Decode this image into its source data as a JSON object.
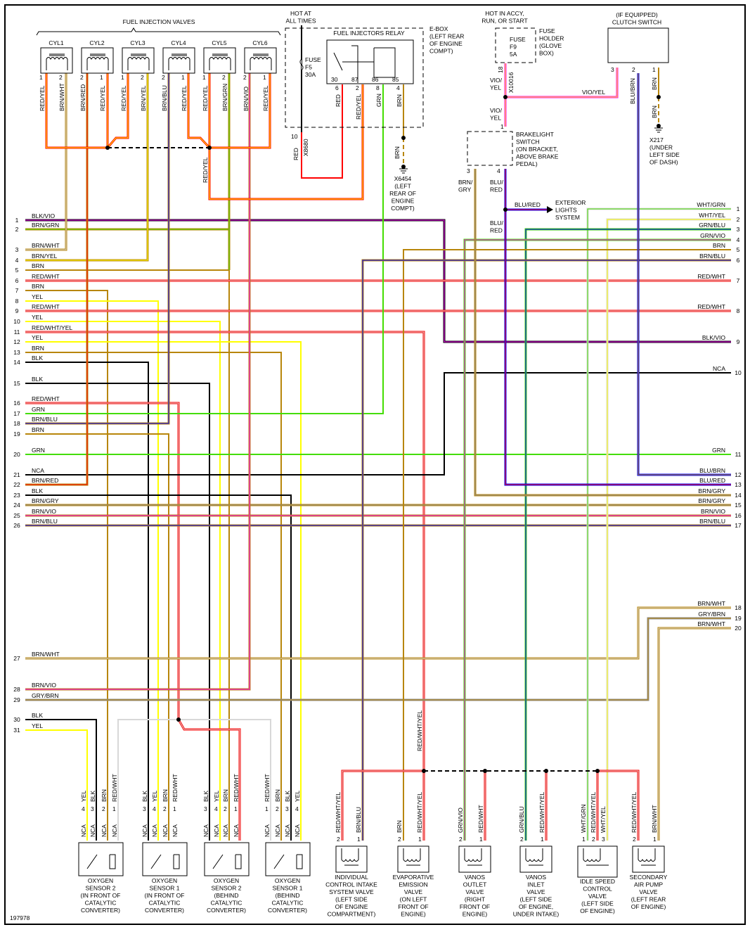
{
  "diagram_id": "197978",
  "wire_colors": {
    "RED": "#ff0000",
    "YEL": "#ffff00",
    "BRN": "#b8860b",
    "BLK": "#000000",
    "GRN": "#44dd00",
    "BLU": "#0000ff",
    "VIO": "#ff00ff",
    "WHT": "#d8d8d8",
    "GRY": "#8c8c8c",
    "NCA": "#000000"
  },
  "fuel_injection_valves": {
    "title": "FUEL INJECTION VALVES",
    "cylinders": [
      {
        "label": "CYL1",
        "pins": [
          {
            "n": "1",
            "wire": "RED/YEL"
          },
          {
            "n": "2",
            "wire": "BRN/WHT"
          }
        ]
      },
      {
        "label": "CYL2",
        "pins": [
          {
            "n": "2",
            "wire": "BRN/RED"
          },
          {
            "n": "1",
            "wire": "RED/YEL"
          }
        ]
      },
      {
        "label": "CYL3",
        "pins": [
          {
            "n": "1",
            "wire": "RED/YEL"
          },
          {
            "n": "2",
            "wire": "BRN/YEL"
          }
        ]
      },
      {
        "label": "CYL4",
        "pins": [
          {
            "n": "2",
            "wire": "BRN/BLU"
          },
          {
            "n": "1",
            "wire": "RED/YEL"
          }
        ]
      },
      {
        "label": "CYL5",
        "pins": [
          {
            "n": "1",
            "wire": "RED/YEL"
          },
          {
            "n": "2",
            "wire": "BRN/GRN"
          }
        ]
      },
      {
        "label": "CYL6",
        "pins": [
          {
            "n": "2",
            "wire": "BRN/VIO"
          },
          {
            "n": "1",
            "wire": "RED/YEL"
          }
        ]
      }
    ],
    "splice_wire": "RED/YEL"
  },
  "ebox": {
    "hot_label": [
      "HOT AT",
      "ALL TIMES"
    ],
    "fuse": [
      "FUSE",
      "F5",
      "30A"
    ],
    "location": [
      "E-BOX",
      "(LEFT REAR",
      "OF ENGINE",
      "COMPT)"
    ],
    "relay_title": "FUEL INJECTORS RELAY",
    "relay_pins": [
      {
        "pin": "30",
        "conn": "6",
        "wire": "RED"
      },
      {
        "pin": "87",
        "conn": "2",
        "wire": "RED/YEL"
      },
      {
        "pin": "86",
        "conn": "8",
        "wire": "GRN"
      },
      {
        "pin": "85",
        "conn": "4",
        "wire": "BRN"
      }
    ],
    "fuse_out_pin": "10",
    "fuse_out_conn": "X8680",
    "fuse_out_wire": "RED",
    "ground_wire": "BRN",
    "ground": [
      "X6454",
      "(LEFT",
      "REAR OF",
      "ENGINE",
      "COMPT)"
    ]
  },
  "fuse_holder": {
    "hot_label": [
      "HOT IN ACCY,",
      "RUN, OR START"
    ],
    "fuse": [
      "FUSE",
      "F9",
      "5A"
    ],
    "location": [
      "FUSE",
      "HOLDER",
      "(GLOVE",
      "BOX)"
    ],
    "pin": "18",
    "conn": "X10016",
    "wire_a": [
      "VIO/",
      "YEL"
    ],
    "wire_b": [
      "VIO/",
      "YEL"
    ],
    "wire_clutch": "VIO/YEL"
  },
  "brakelight_switch": {
    "label": [
      "BRAKELIGHT",
      "SWITCH",
      "(ON BRACKET,",
      "ABOVE BRAKE",
      "PEDAL)"
    ],
    "pin_in": "1",
    "pin3": "3",
    "pin3_wire": [
      "BRN/",
      "GRY"
    ],
    "pin4": "4",
    "pin4_wire": [
      "BLU/",
      "RED"
    ],
    "exterior_wire": "BLU/RED",
    "exterior": [
      "EXTERIOR",
      "LIGHTS",
      "SYSTEM"
    ],
    "down_wire": [
      "BLU/",
      "RED"
    ]
  },
  "clutch_switch": {
    "label": [
      "(IF EQUIPPED)",
      "CLUTCH SWITCH"
    ],
    "pins": [
      {
        "n": "3"
      },
      {
        "n": "2",
        "wire": "BLU/BRN"
      },
      {
        "n": "1",
        "wire": "BRN"
      }
    ],
    "ground_wire": "BRN",
    "ground": [
      "X217",
      "(UNDER",
      "LEFT SIDE",
      "OF DASH)"
    ]
  },
  "left_connector": [
    {
      "pin": "1",
      "wire": "BLK/VIO"
    },
    {
      "pin": "2",
      "wire": "BRN/GRN"
    },
    {
      "pin": "3",
      "wire": "BRN/WHT"
    },
    {
      "pin": "4",
      "wire": "BRN/YEL"
    },
    {
      "pin": "5",
      "wire": "BRN"
    },
    {
      "pin": "6",
      "wire": "RED/WHT"
    },
    {
      "pin": "7",
      "wire": "BRN"
    },
    {
      "pin": "8",
      "wire": "YEL"
    },
    {
      "pin": "9",
      "wire": "RED/WHT"
    },
    {
      "pin": "10",
      "wire": "YEL"
    },
    {
      "pin": "11",
      "wire": "RED/WHT/YEL"
    },
    {
      "pin": "12",
      "wire": "YEL"
    },
    {
      "pin": "13",
      "wire": "BRN"
    },
    {
      "pin": "14",
      "wire": "BLK"
    },
    {
      "pin": "15",
      "wire": "BLK"
    },
    {
      "pin": "16",
      "wire": "RED/WHT"
    },
    {
      "pin": "17",
      "wire": "GRN"
    },
    {
      "pin": "18",
      "wire": "BRN/BLU"
    },
    {
      "pin": "19",
      "wire": "BRN"
    },
    {
      "pin": "20",
      "wire": "GRN"
    },
    {
      "pin": "21",
      "wire": "NCA"
    },
    {
      "pin": "22",
      "wire": "BRN/RED"
    },
    {
      "pin": "23",
      "wire": "BLK"
    },
    {
      "pin": "24",
      "wire": "BRN/GRY"
    },
    {
      "pin": "25",
      "wire": "BRN/VIO"
    },
    {
      "pin": "26",
      "wire": "BRN/BLU"
    },
    {
      "pin": "27",
      "wire": "BRN/WHT"
    },
    {
      "pin": "28",
      "wire": "BRN/VIO"
    },
    {
      "pin": "29",
      "wire": "GRY/BRN"
    },
    {
      "pin": "30",
      "wire": "BLK"
    },
    {
      "pin": "31",
      "wire": "YEL"
    }
  ],
  "right_connector": [
    {
      "pin": "1",
      "wire": "WHT/GRN"
    },
    {
      "pin": "2",
      "wire": "WHT/YEL"
    },
    {
      "pin": "3",
      "wire": "GRN/BLU"
    },
    {
      "pin": "4",
      "wire": "GRN/VIO"
    },
    {
      "pin": "5",
      "wire": "BRN"
    },
    {
      "pin": "6",
      "wire": "BRN/BLU"
    },
    {
      "pin": "7",
      "wire": "RED/WHT"
    },
    {
      "pin": "8",
      "wire": "RED/WHT"
    },
    {
      "pin": "9",
      "wire": "BLK/VIO"
    },
    {
      "pin": "10",
      "wire": "NCA"
    },
    {
      "pin": "11",
      "wire": "GRN"
    },
    {
      "pin": "12",
      "wire": "BLU/BRN"
    },
    {
      "pin": "13",
      "wire": "BLU/RED"
    },
    {
      "pin": "14",
      "wire": "BRN/GRY"
    },
    {
      "pin": "15",
      "wire": "BRN/GRY"
    },
    {
      "pin": "16",
      "wire": "BRN/VIO"
    },
    {
      "pin": "17",
      "wire": "BRN/BLU"
    },
    {
      "pin": "18",
      "wire": "BRN/WHT"
    },
    {
      "pin": "19",
      "wire": "GRY/BRN"
    },
    {
      "pin": "20",
      "wire": "BRN/WHT"
    }
  ],
  "bus_wire": "RED/WHT/YEL",
  "oxygen_sensors": [
    {
      "title": [
        "OXYGEN",
        "SENSOR 2",
        "(IN FRONT OF",
        "CATALYTIC",
        "CONVERTER)"
      ],
      "pins": [
        {
          "n": "4",
          "wire": "YEL",
          "side": "NCA"
        },
        {
          "n": "3",
          "wire": "BLK",
          "side": "NCA"
        },
        {
          "n": "2",
          "wire": "BRN",
          "side": "NCA"
        },
        {
          "n": "1",
          "wire": "RED/WHT",
          "side": "NCA"
        }
      ]
    },
    {
      "title": [
        "OXYGEN",
        "SENSOR 1",
        "(IN FRONT OF",
        "CATALYTIC",
        "CONVERTER)"
      ],
      "pins": [
        {
          "n": "3",
          "wire": "BLK",
          "side": "NCA"
        },
        {
          "n": "4",
          "wire": "YEL",
          "side": "NCA"
        },
        {
          "n": "2",
          "wire": "BRN",
          "side": "NCA"
        },
        {
          "n": "1",
          "wire": "RED/WHT",
          "side": "NCA"
        }
      ]
    },
    {
      "title": [
        "OXYGEN",
        "SENSOR 2",
        "(BEHIND",
        "CATALYTIC",
        "CONVERTER)"
      ],
      "pins": [
        {
          "n": "3",
          "wire": "BLK",
          "side": "NCA"
        },
        {
          "n": "4",
          "wire": "YEL",
          "side": "NCA"
        },
        {
          "n": "2",
          "wire": "BRN",
          "side": "NCA"
        },
        {
          "n": "1",
          "wire": "RED/WHT",
          "side": "NCA"
        }
      ]
    },
    {
      "title": [
        "OXYGEN",
        "SENSOR 1",
        "(BEHIND",
        "CATALYTIC",
        "CONVERTER)"
      ],
      "pins": [
        {
          "n": "1",
          "wire": "RED/WHT",
          "side": "NCA"
        },
        {
          "n": "2",
          "wire": "BRN",
          "side": "NCA"
        },
        {
          "n": "3",
          "wire": "BLK",
          "side": "NCA"
        },
        {
          "n": "4",
          "wire": "YEL",
          "side": "NCA"
        }
      ]
    }
  ],
  "valves": [
    {
      "title": [
        "INDIVIDUAL",
        "CONTROL INTAKE",
        "SYSTEM VALVE",
        "(LEFT SIDE",
        "OF ENGINE",
        "COMPARTMENT)"
      ],
      "pins": [
        {
          "n": "2",
          "wire": "RED/WHT/YEL"
        },
        {
          "n": "1",
          "wire": "BRN/BLU"
        }
      ]
    },
    {
      "title": [
        "EVAPORATIVE",
        "EMISSION",
        "VALVE",
        "(ON LEFT",
        "FRONT OF",
        "ENGINE)"
      ],
      "pins": [
        {
          "n": "2",
          "wire": "BRN"
        },
        {
          "n": "1",
          "wire": "RED/WHT/YEL"
        }
      ]
    },
    {
      "title": [
        "VANOS",
        "OUTLET",
        "VALVE",
        "(RIGHT",
        "FRONT OF",
        "ENGINE)"
      ],
      "pins": [
        {
          "n": "2",
          "wire": "GRN/VIO"
        },
        {
          "n": "1",
          "wire": "RED/WHT"
        }
      ]
    },
    {
      "title": [
        "VANOS",
        "INLET",
        "VALVE",
        "(LEFT SIDE",
        "OF ENGINE,",
        "UNDER INTAKE)"
      ],
      "pins": [
        {
          "n": "2",
          "wire": "GRN/BLU"
        },
        {
          "n": "1",
          "wire": "RED/WHT/YEL"
        }
      ]
    },
    {
      "title": [
        "IDLE SPEED",
        "CONTROL",
        "VALVE",
        "(LEFT SIDE",
        "OF ENGINE)"
      ],
      "pins": [
        {
          "n": "1",
          "wire": "WHT/GRN"
        },
        {
          "n": "2",
          "wire": "RED/WHT/YEL"
        },
        {
          "n": "3",
          "wire": "WHT/YEL"
        }
      ]
    },
    {
      "title": [
        "SECONDARY",
        "AIR PUMP",
        "VALVE",
        "(LEFT REAR",
        "OF ENGINE)"
      ],
      "pins": [
        {
          "n": "2",
          "wire": "RED/WHT/YEL"
        },
        {
          "n": "1",
          "wire": "BRN/WHT"
        }
      ]
    }
  ]
}
